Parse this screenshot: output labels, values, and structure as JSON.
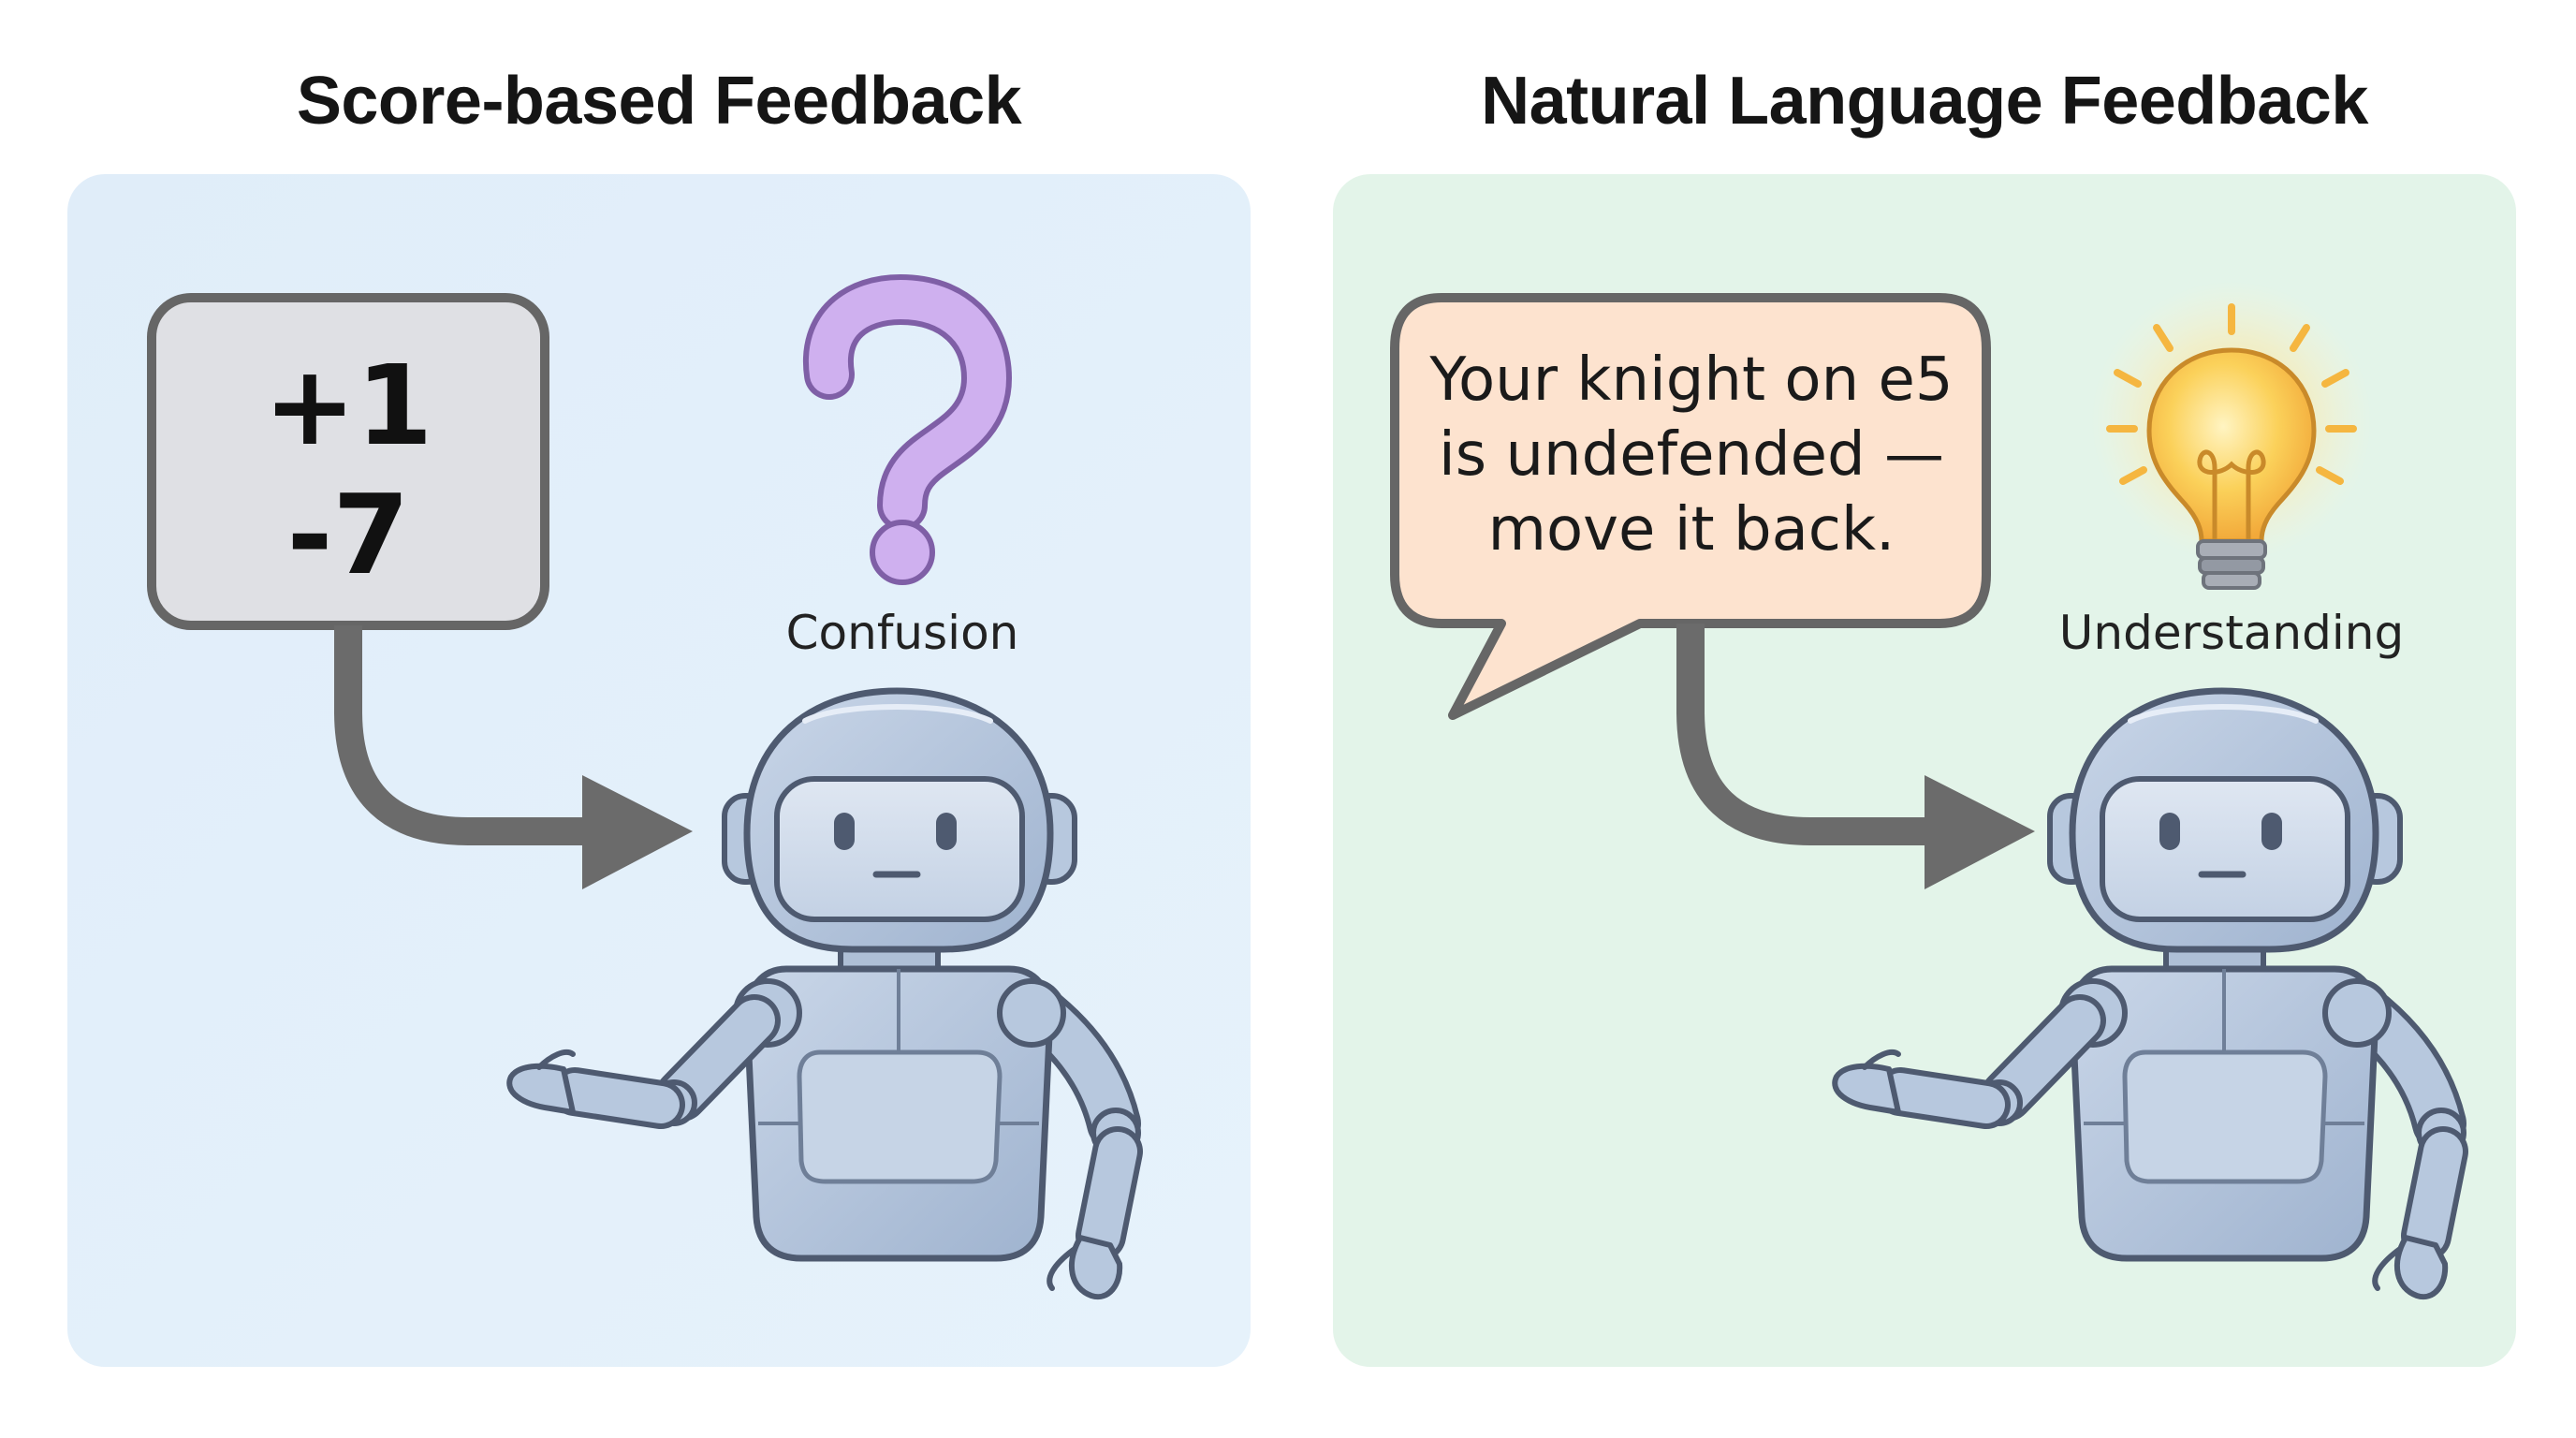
{
  "left_panel": {
    "title": "Score-based Feedback",
    "background": "#e2effb",
    "scores": [
      "+1",
      "-7"
    ],
    "score_box_color": "#dfe0e4",
    "state_icon": "question-mark-icon",
    "state_icon_color": "#c9a6ea",
    "state_caption": "Confusion"
  },
  "right_panel": {
    "title": "Natural Language Feedback",
    "background": "#e3f4e9",
    "speech_text": "Your knight on e5 is undefended — move it back.",
    "speech_bubble_color": "#fde3cf",
    "state_icon": "lightbulb-icon",
    "state_icon_color": "#f8c342",
    "state_caption": "Understanding"
  },
  "colors": {
    "arrow": "#6b6b6b",
    "outline": "#666666",
    "robot_body": "#b4c6de",
    "robot_outline": "#4e5a70"
  }
}
